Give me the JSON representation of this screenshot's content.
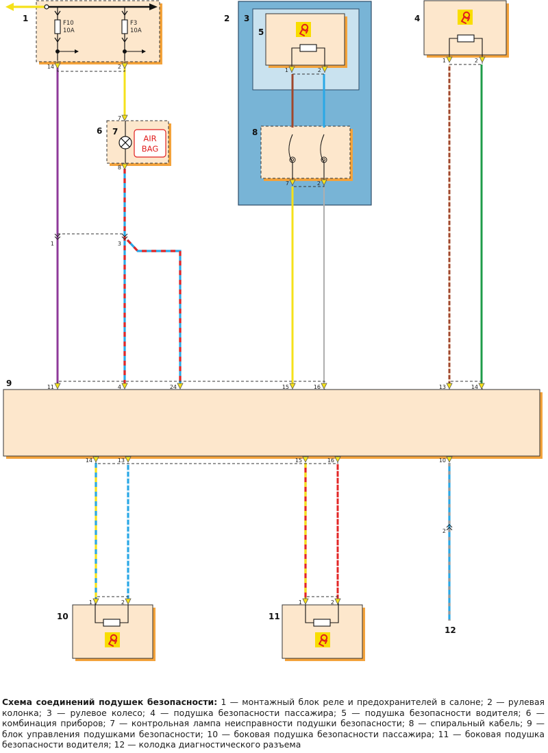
{
  "components": {
    "c1": {
      "num": "1",
      "fuses": [
        {
          "name": "F10",
          "rating": "10A"
        },
        {
          "name": "F3",
          "rating": "10A"
        }
      ],
      "pins": [
        "14",
        "2"
      ]
    },
    "c2": {
      "num": "2"
    },
    "c3": {
      "num": "3"
    },
    "c4": {
      "num": "4",
      "pins": [
        "1",
        "2"
      ]
    },
    "c5": {
      "num": "5",
      "pins": [
        "1",
        "2"
      ]
    },
    "c6": {
      "num": "6",
      "pins": [
        "7",
        "8"
      ]
    },
    "c7": {
      "num": "7",
      "lamp_text_1": "AIR",
      "lamp_text_2": "BAG"
    },
    "c8": {
      "num": "8",
      "pins": [
        "7",
        "2"
      ]
    },
    "c9": {
      "num": "9",
      "top_pins": [
        "11",
        "4",
        "24",
        "15",
        "16",
        "13",
        "14"
      ],
      "bottom_pins": [
        "14",
        "13",
        "15",
        "16",
        "10"
      ]
    },
    "c10": {
      "num": "10",
      "pins": [
        "1",
        "2"
      ]
    },
    "c11": {
      "num": "11",
      "pins": [
        "1",
        "2"
      ]
    },
    "c12": {
      "num": "12"
    }
  },
  "connectors": {
    "mid_left": [
      "1",
      "3"
    ],
    "diag": "2"
  },
  "colors": {
    "box_fill": "#fde7cc",
    "box_shadow": "#f3a33c",
    "column_blue": "#78b4d6",
    "wheel_blue": "#c9e2ef",
    "wire_violet": "#8e3a9a",
    "wire_yellow": "#f5e11a",
    "wire_blue": "#2aa8e6",
    "wire_red": "#e32626",
    "wire_brown": "#a0472c",
    "wire_gray": "#9a9a9a",
    "wire_green": "#1f9c4a",
    "icon_yellow": "#f9dd00",
    "icon_red": "#e01e1e"
  },
  "caption": {
    "title": "Схема соединений подушек безопасности:",
    "text": " 1 — монтажный блок реле и предохранителей в салоне; 2 — рулевая колонка; 3 — рулевое колесо; 4 — подушка безопасности пассажира; 5 — подушка безопасности водителя; 6 — комбинация приборов; 7 — контрольная лампа неисправности подушки безопасности; 8 — спиральный кабель; 9 — блок управления подушками безопасности; 10 — боковая подушка безопасности пассажира; 11 — боковая подушка безопасности водителя; 12 — колодка диагностического разъема"
  }
}
